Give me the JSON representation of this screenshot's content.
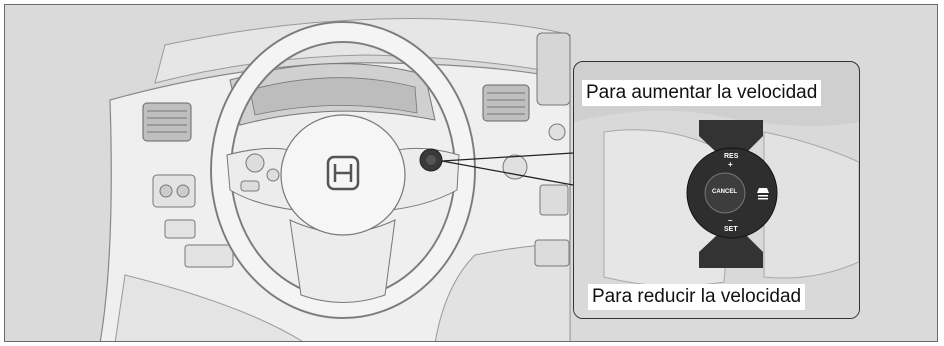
{
  "callout": {
    "increase_label": "Para aumentar la velocidad",
    "decrease_label": "Para reducir la velocidad"
  },
  "switch": {
    "res_label": "RES",
    "plus_label": "+",
    "cancel_label": "CANCEL",
    "minus_label": "–",
    "set_label": "SET"
  },
  "icons": [
    "honda-logo-icon",
    "cruise-control-switch-icon",
    "up-arrow-icon",
    "down-arrow-icon",
    "distance-interval-icon"
  ],
  "colors": {
    "background": "#dadada",
    "arrow": "#333333",
    "switch": "#2e2e2e",
    "caption_bg": "#ffffff"
  }
}
